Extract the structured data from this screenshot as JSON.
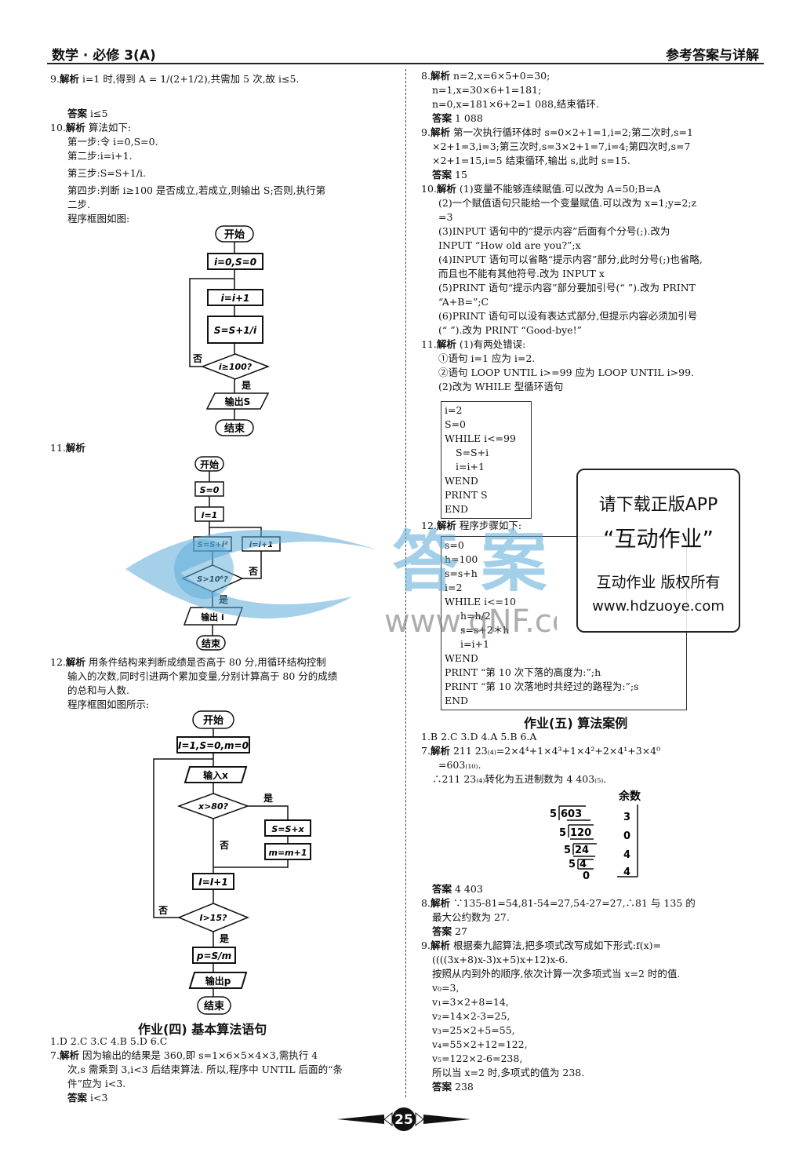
{
  "header": {
    "left": "数学 · 必修 3(A)",
    "right": "参考答案与详解"
  },
  "left": {
    "q9": {
      "num": "9.",
      "kw": "解析",
      "text": "i=1 时,得到 A = 1/(2+1/2),共需加 5 次,故 i≤5.",
      "ans_kw": "答案",
      "ans": "i≤5"
    },
    "q10": {
      "num": "10.",
      "kw": "解析",
      "text": "算法如下:",
      "steps": [
        "第一步:令 i=0,S=0.",
        "第二步:i=i+1.",
        "第三步:S=S+1/i.",
        "第四步:判断 i≥100 是否成立,若成立,则输出 S;否则,执行第",
        "二步."
      ],
      "note": "程序框图如图:"
    },
    "fc1": {
      "start": "开始",
      "init": "i=0,S=0",
      "inc": "i=i+1",
      "sum": "S=S+1/i",
      "cond": "i≥100?",
      "no": "否",
      "yes": "是",
      "out": "输出S",
      "end": "结束"
    },
    "q11": {
      "num": "11.",
      "kw": "解析"
    },
    "fc2": {
      "start": "开始",
      "init": "S=0",
      "i1": "i=1",
      "sum": "S=S+i²",
      "inc": "i=i+1",
      "cond": "S>10⁶?",
      "no": "否",
      "yes": "是",
      "out": "输出 i",
      "end": "结束"
    },
    "q12": {
      "num": "12.",
      "kw": "解析",
      "lines": [
        "用条件结构来判断成绩是否高于 80 分,用循环结构控制",
        "输入的次数,同时引进两个累加变量,分别计算高于 80 分的成绩",
        "的总和与人数."
      ],
      "note": "程序框图如图所示:"
    },
    "fc3": {
      "start": "开始",
      "init": "I=1,S=0,m=0",
      "input": "输入x",
      "cond1": "x>80?",
      "yes1": "是",
      "s1": "S=S+x",
      "s2": "m=m+1",
      "no1": "否",
      "inc": "I=I+1",
      "cond2": "I>15?",
      "no2": "否",
      "yes2": "是",
      "calc": "p=S/m",
      "out": "输出p",
      "end": "结束"
    },
    "sec4": "作业(四)  基本算法语句",
    "sec4_ans": "1.D  2.C  3.C  4.B  5.D  6.C",
    "q7": {
      "num": "7.",
      "kw": "解析",
      "lines": [
        "因为输出的结果是 360,即 s=1×6×5×4×3,需执行 4",
        "次,s 需乘到 3,i<3 后结束算法. 所以,程序中 UNTIL 后面的“条",
        "件”应为 i<3."
      ],
      "ans_kw": "答案",
      "ans": "i<3"
    }
  },
  "right": {
    "q8": {
      "num": "8.",
      "kw": "解析",
      "lines": [
        "n=2,x=6×5+0=30;",
        "n=1,x=30×6+1=181;",
        "n=0,x=181×6+2=1 088,结束循环."
      ],
      "ans_kw": "答案",
      "ans": "1 088"
    },
    "q9": {
      "num": "9.",
      "kw": "解析",
      "lines": [
        "第一次执行循环体时 s=0×2+1=1,i=2;第二次时,s=1",
        "×2+1=3,i=3;第三次时,s=3×2+1=7,i=4;第四次时,s=7",
        "×2+1=15,i=5 结束循环,输出 s,此时 s=15."
      ],
      "ans_kw": "答案",
      "ans": "15"
    },
    "q10": {
      "num": "10.",
      "kw": "解析",
      "lines": [
        "(1)变量不能够连续赋值.可以改为 A=50;B=A",
        "(2)一个赋值语句只能给一个变量赋值.可以改为 x=1;y=2;z",
        "=3",
        "(3)INPUT 语句中的“提示内容”后面有个分号(;).改为",
        "INPUT  “How old are you?”;x",
        "(4)INPUT 语句可以省略“提示内容”部分,此时分号(;)也省略,",
        "而且也不能有其他符号.改为 INPUT  x",
        "(5)PRINT 语句“提示内容”部分要加引号(“  ”).改为 PRINT",
        "“A+B=”;C",
        "(6)PRINT 语句可以没有表达式部分,但提示内容必须加引号",
        "(“  ”).改为 PRINT  “Good-bye!”"
      ]
    },
    "q11": {
      "num": "11.",
      "kw": "解析",
      "lines": [
        "(1)有两处错误:",
        "①语句 i=1 应为 i=2.",
        "②语句 LOOP UNTIL i>=99 应为 LOOP UNTIL i>99.",
        "(2)改为 WHILE 型循环语句"
      ]
    },
    "code11": [
      "i=2",
      "S=0",
      "WHILE i<=99",
      "  S=S+i",
      "  i=i+1",
      "WEND",
      "PRINT S",
      "END"
    ],
    "q12": {
      "num": "12.",
      "kw": "解析",
      "text": "程序步骤如下:"
    },
    "code12": [
      "s=0",
      "h=100",
      "s=s+h",
      "i=2",
      "WHILE  i<=10",
      "  h=h/2",
      "  s=s+2＊h",
      "  i=i+1",
      "WEND",
      "PRINT  “第 10 次下落的高度为:”;h",
      "PRINT  “第 10 次落地时共经过的路程为:”;s",
      "END"
    ],
    "sec5": "作业(五)  算法案例",
    "sec5_ans": "1.B  2.C  3.D  4.A  5.B  6.A",
    "q7": {
      "num": "7.",
      "kw": "解析",
      "lines": [
        "211 23₍₄₎=2×4⁴+1×4³+1×4²+2×4¹+3×4⁰",
        "=603₍₁₀₎.",
        "∴211 23₍₄₎转化为五进制数为 4 403₍₅₎."
      ]
    },
    "div": {
      "head": "余数",
      "divisor": "5",
      "dividends": [
        "603",
        "120",
        "24",
        "4",
        "0"
      ],
      "remainders": [
        "3",
        "0",
        "4",
        "4"
      ]
    },
    "q7ans": {
      "kw": "答案",
      "ans": "4 403"
    },
    "q8b": {
      "num": "8.",
      "kw": "解析",
      "lines": [
        "∵135-81=54,81-54=27,54-27=27,∴81 与 135 的",
        "最大公约数为 27."
      ],
      "ans_kw": "答案",
      "ans": "27"
    },
    "q9b": {
      "num": "9.",
      "kw": "解析",
      "lines": [
        "根据秦九韶算法,把多项式改写成如下形式:f(x)=",
        "((((3x+8)x-3)x+5)x+12)x-6.",
        "按照从内到外的顺序,依次计算一次多项式当 x=2 时的值.",
        "v₀=3,",
        "v₁=3×2+8=14,",
        "v₂=14×2-3=25,",
        "v₃=25×2+5=55,",
        "v₄=55×2+12=122,",
        "v₅=122×2-6=238,",
        "所以当 x=2 时,多项式的值为 238."
      ],
      "ans_kw": "答案",
      "ans": "238"
    }
  },
  "watermark": {
    "l1": "请下载正版APP",
    "l2": "“互动作业”",
    "l3": "互动作业 版权所有",
    "l4": "www.hdzuoye.com",
    "big": "答 案 网",
    "url": "www.qNF.com"
  },
  "page": "25"
}
